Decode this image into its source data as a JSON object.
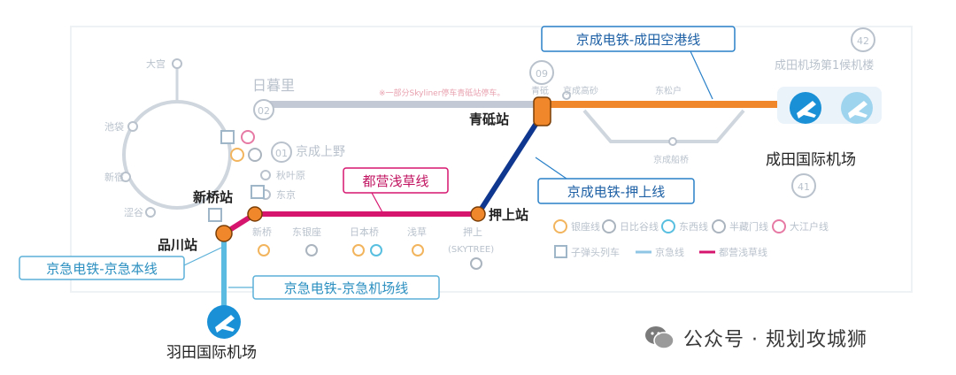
{
  "colors": {
    "keisei": "#f0872b",
    "keisei_bg": "#fbd5b3",
    "keisei_ueno": "#c3cad6",
    "oshiage_line": "#10378f",
    "asakusa": "#d6156f",
    "keikyu_main": "#8fc6e4",
    "keikyu_airport": "#5bbbe0",
    "station_orange": "#f0872b",
    "faint": "#b9c2cc",
    "airport_blue": "#1a91d6"
  },
  "lines": {
    "keisei_narita": "京成电铁-成田空港线",
    "keisei_oshiage": "京成电铁-押上线",
    "toei_asakusa": "都营浅草线",
    "keikyu_main": "京急电铁-京急本线",
    "keikyu_airport": "京急电铁-京急机场线"
  },
  "stations": {
    "aoto": "青砥站",
    "oshiage": "押上站",
    "shimbashi": "新桥站",
    "shinagawa": "品川站"
  },
  "airports": {
    "narita": "成田国际机场",
    "haneda": "羽田国际机场"
  },
  "background": {
    "nippori": "日暮里",
    "nippori_code": "02",
    "keisei_ueno": "京成上野",
    "keisei_ueno_code": "01",
    "aoto_code": "09",
    "narita_t1": "成田机场第1候机楼",
    "narita_t1_code": "42",
    "narita_t2_code": "41",
    "skyliner_note": "※一部分Skyliner停车青砥站停车。",
    "aoto_small": "青砥",
    "keisei_takasago": "京成高砂",
    "higashi_matsudo": "东松户",
    "keisei_funabashi": "京成船桥",
    "omiya": "大宫",
    "ikebukuro": "池袋",
    "shinjuku": "新宿",
    "shibuya": "涩谷",
    "akihabara": "秋叶原",
    "tokyo": "东京",
    "shimbashi_small": "新桥",
    "higashi_ginza": "东银座",
    "nihombashi": "日本桥",
    "asakusa": "浅草",
    "oshiage_small": "押上",
    "skytree": "(SKYTREE)"
  },
  "legend": {
    "ginza": "银座线",
    "hibiya": "日比谷线",
    "tozai": "东西线",
    "hanzomon": "半藏门线",
    "oedo": "大江户线",
    "bullet": "子弹头列车",
    "jingyu": "京急线",
    "toei": "都营浅草线"
  },
  "watermark": "公众号 · 规划攻城狮"
}
